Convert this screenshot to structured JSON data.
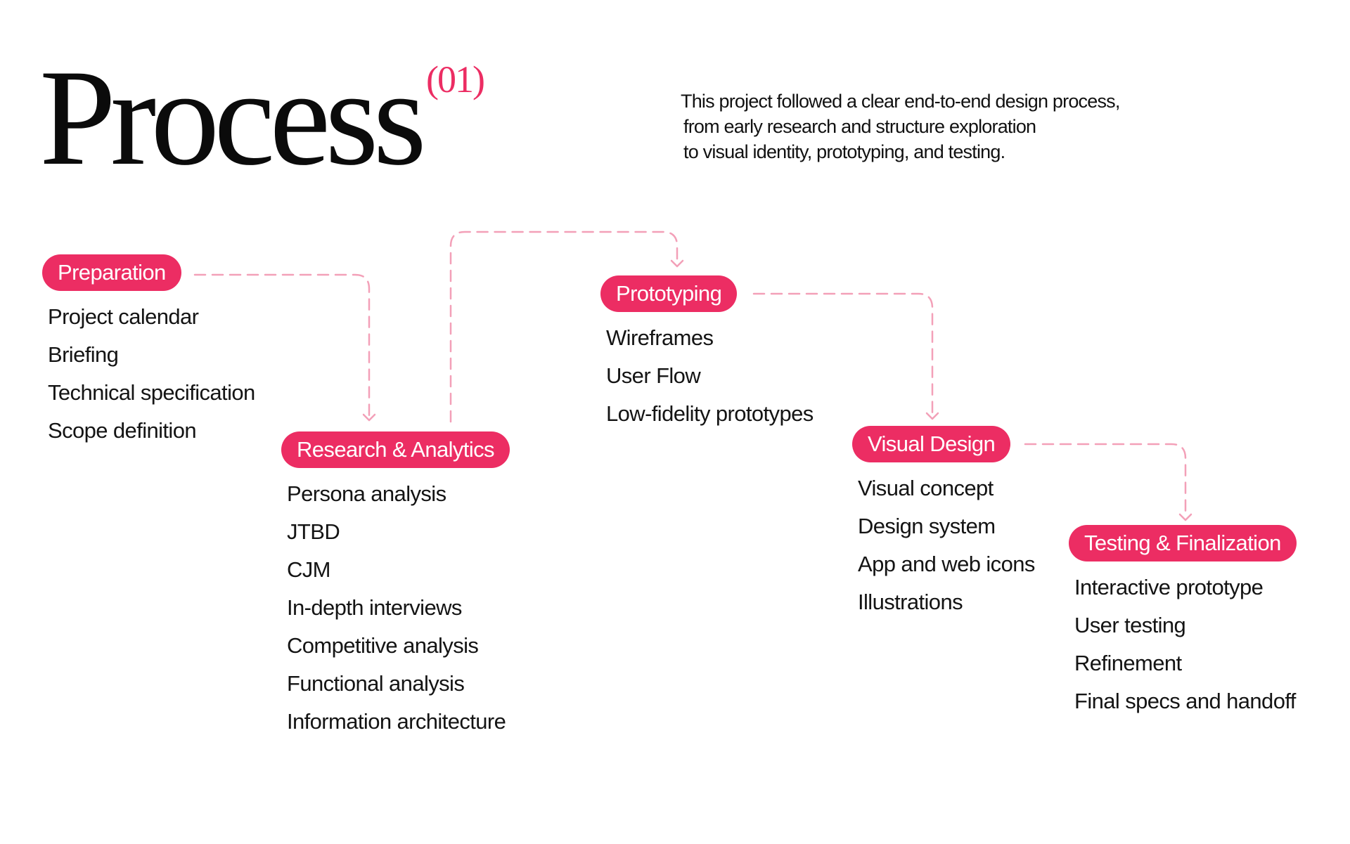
{
  "colors": {
    "accent": "#ec2d63",
    "connector": "#f3a0b8",
    "text": "#111111"
  },
  "header": {
    "title": "Process",
    "number": "(01)",
    "intro": [
      "This project followed a clear end-to-end design process,",
      "from early research and structure exploration",
      "to visual identity, prototyping, and testing."
    ]
  },
  "stages": [
    {
      "label": "Preparation",
      "items": [
        "Project calendar",
        "Briefing",
        "Technical specification",
        "Scope definition"
      ]
    },
    {
      "label": "Research & Analytics",
      "items": [
        "Persona analysis",
        "JTBD",
        "CJM",
        "In-depth interviews",
        "Competitive analysis",
        "Functional analysis",
        "Information architecture"
      ]
    },
    {
      "label": "Prototyping",
      "items": [
        "Wireframes",
        "User Flow",
        "Low-fidelity prototypes"
      ]
    },
    {
      "label": "Visual Design",
      "items": [
        "Visual concept",
        "Design system",
        "App and web icons",
        "Illustrations"
      ]
    },
    {
      "label": "Testing & Finalization",
      "items": [
        "Interactive prototype",
        "User testing",
        "Refinement",
        "Final specs and handoff"
      ]
    }
  ]
}
